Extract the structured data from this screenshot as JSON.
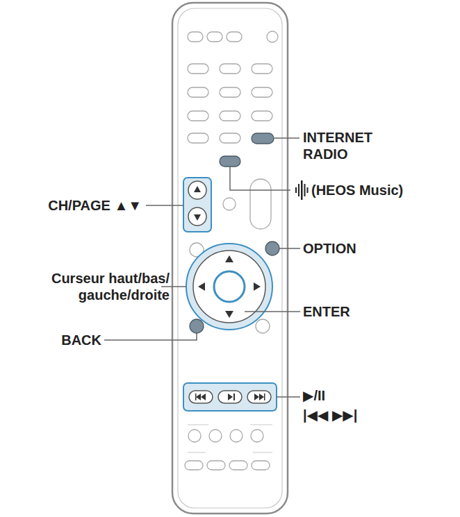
{
  "diagram": {
    "labels": [
      "INTERNET RADIO",
      "(HEOS Music)",
      "CH/PAGE ▲▼",
      "OPTION",
      "Curseur haut/bas/ gauche/droite",
      "ENTER",
      "BACK",
      "▶/II",
      "|◀◀ ▶▶|"
    ]
  }
}
